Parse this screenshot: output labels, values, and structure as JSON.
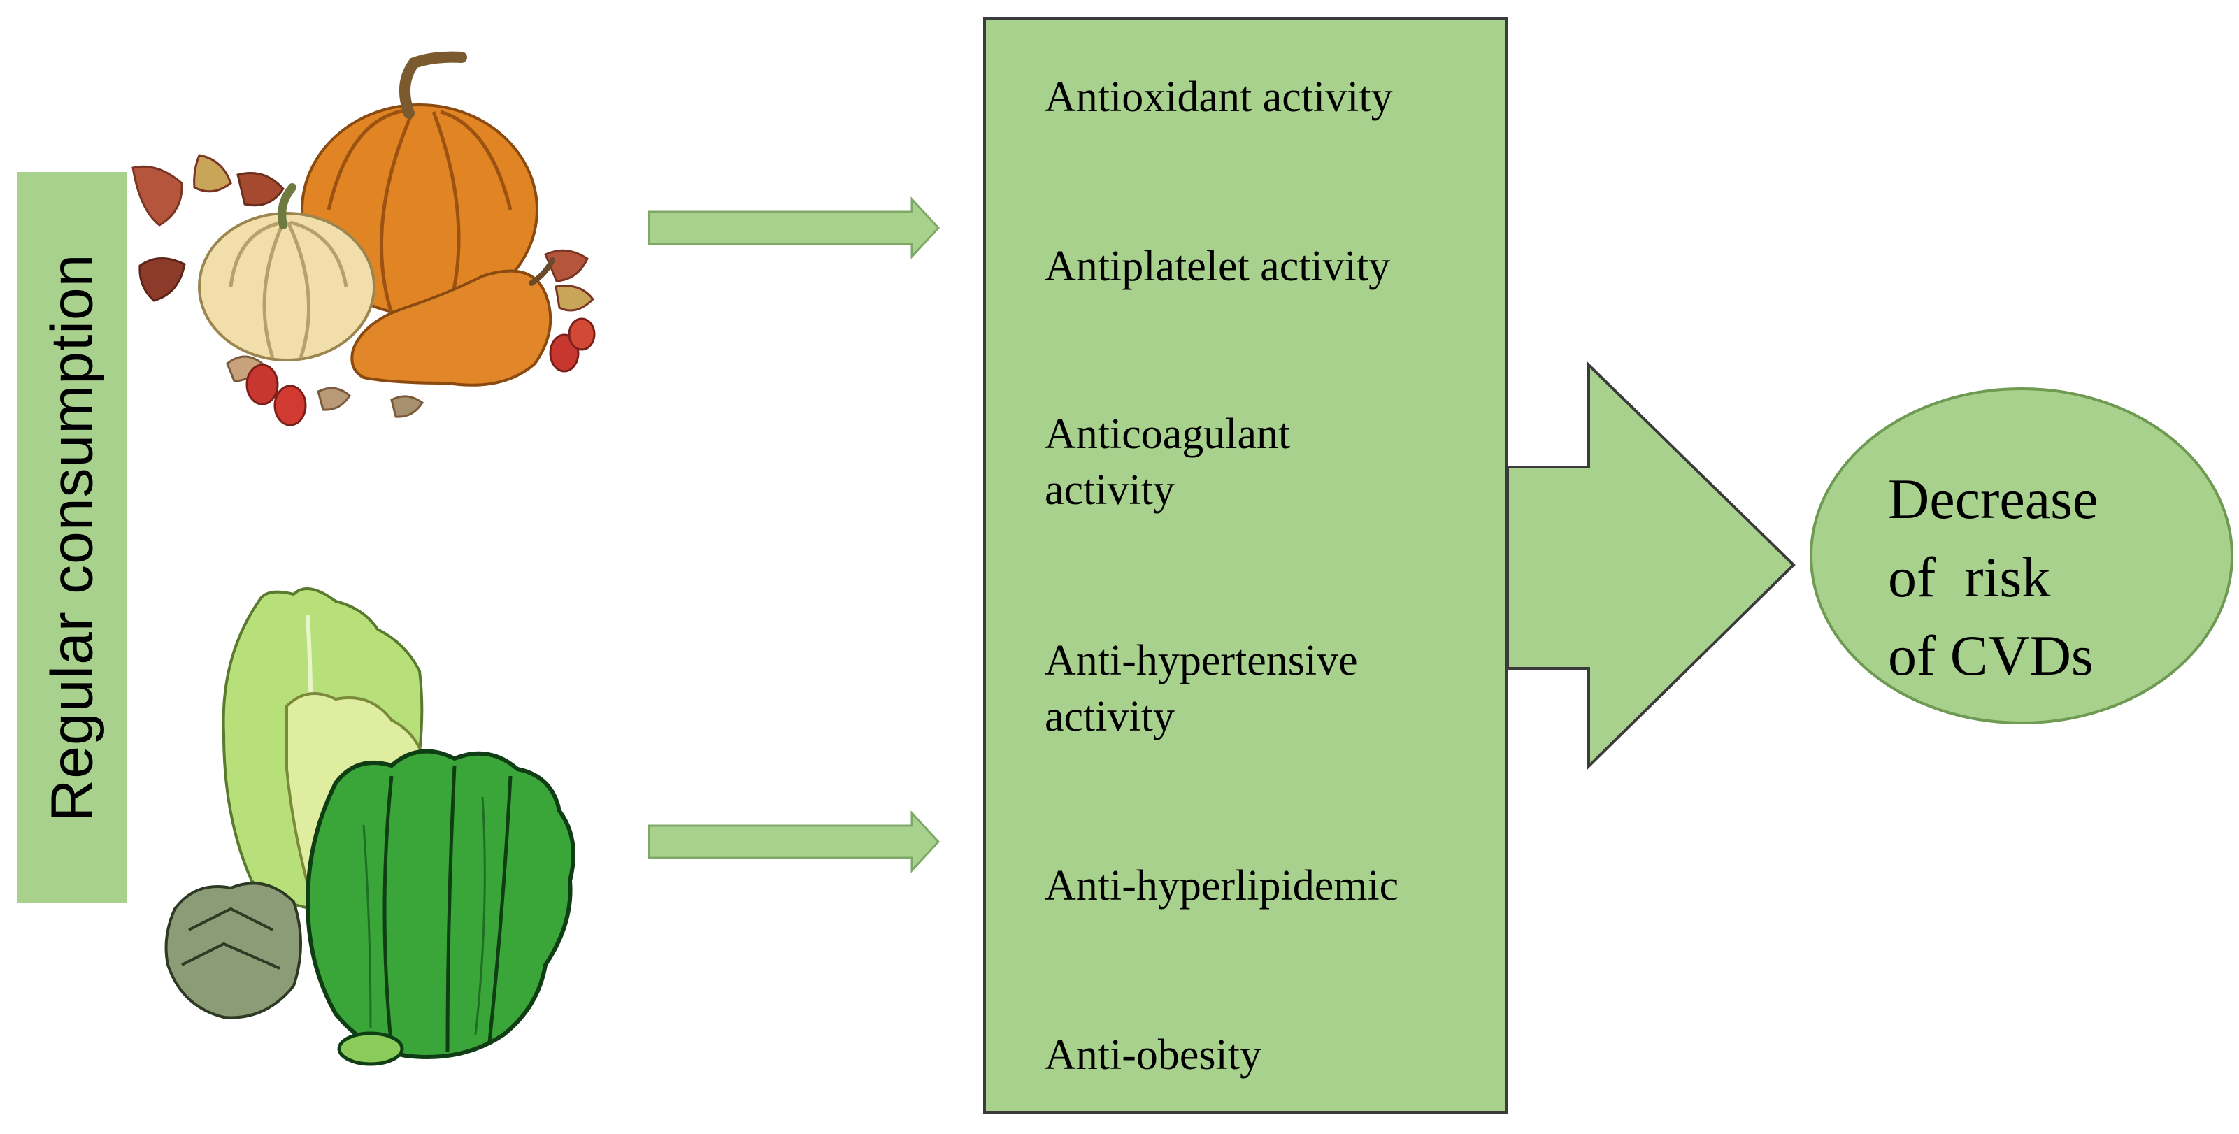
{
  "diagram": {
    "side_label": "Regular consumption",
    "illustrations": {
      "top": "pumpkins-squash-illustration",
      "bottom": "lettuce-greens-illustration"
    },
    "activities": [
      "Antioxidant activity",
      "Antiplatelet activity",
      "Anticoagulant\nactivity",
      "Anti-hypertensive\nactivity",
      "Anti-hyperlipidemic",
      "Anti-obesity"
    ],
    "outcome": "Decrease\nof  risk\nof CVDs",
    "colors": {
      "box_fill": "#a9d18e",
      "arrow_fill": "#a9d18e",
      "oval_fill": "#a9d18e",
      "box_border": "#3b3b3b",
      "arrow_border": "#6f9a52"
    }
  }
}
